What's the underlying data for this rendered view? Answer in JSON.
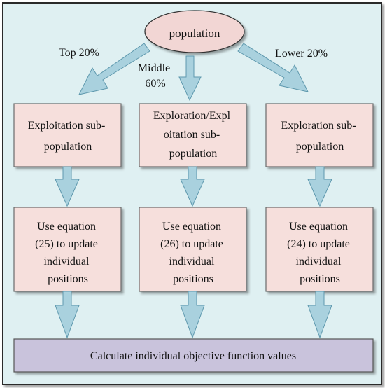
{
  "colors": {
    "background": "#dff0f2",
    "frame": "#2a2a2a",
    "box_fill": "#f6dfdc",
    "box_stroke": "#6b6b6b",
    "ellipse_fill": "#f2d6d4",
    "arrow_fill": "#a9d1de",
    "arrow_stroke": "#5e98ad",
    "bottom_fill": "#c9c3dc"
  },
  "diagram": {
    "start": {
      "label": "population"
    },
    "branches": [
      {
        "label_lines": [
          "Top 20%"
        ]
      },
      {
        "label_lines": [
          "Middle",
          "60%"
        ]
      },
      {
        "label_lines": [
          "Lower 20%"
        ]
      }
    ],
    "subpopulations": [
      {
        "lines": [
          "Exploitation sub-",
          "population"
        ]
      },
      {
        "lines": [
          "Exploration/Expl",
          "oitation sub-",
          "population"
        ]
      },
      {
        "lines": [
          "Exploration sub-",
          "population"
        ]
      }
    ],
    "updates": [
      {
        "lines": [
          "Use equation",
          "(25) to update",
          "individual",
          "positions"
        ]
      },
      {
        "lines": [
          "Use equation",
          "(26) to update",
          "individual",
          "positions"
        ]
      },
      {
        "lines": [
          "Use equation",
          "(24) to update",
          "individual",
          "positions"
        ]
      }
    ],
    "final": {
      "label": "Calculate individual objective function values"
    }
  }
}
